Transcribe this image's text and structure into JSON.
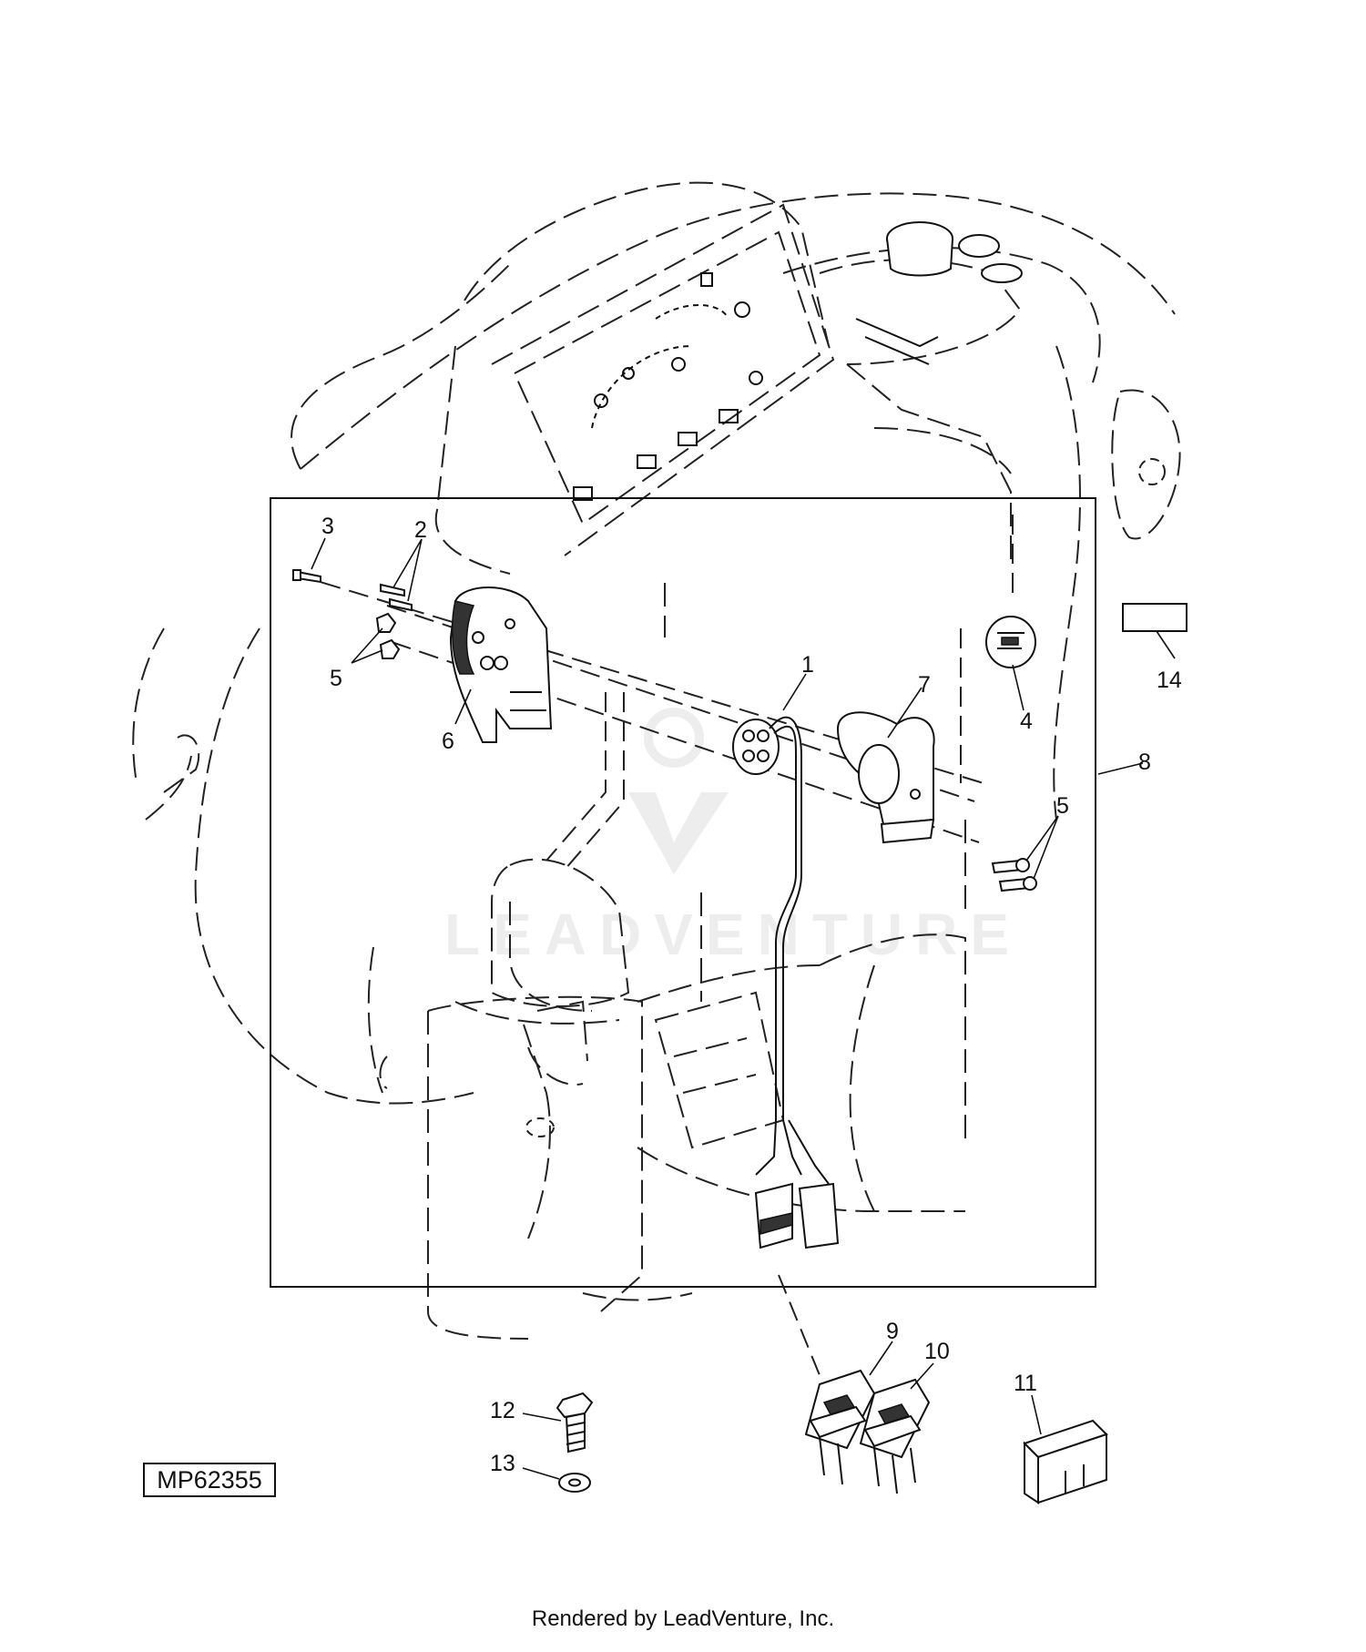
{
  "drawing_id": "MP62355",
  "footer_text": "Rendered by LeadVenture, Inc.",
  "watermark_text": "LEADVENTURE",
  "callouts": {
    "c1": "1",
    "c2": "2",
    "c3": "3",
    "c4": "4",
    "c5a": "5",
    "c5b": "5",
    "c6": "6",
    "c7": "7",
    "c8": "8",
    "c9": "9",
    "c10": "10",
    "c11": "11",
    "c12": "12",
    "c13": "13",
    "c14": "14"
  }
}
